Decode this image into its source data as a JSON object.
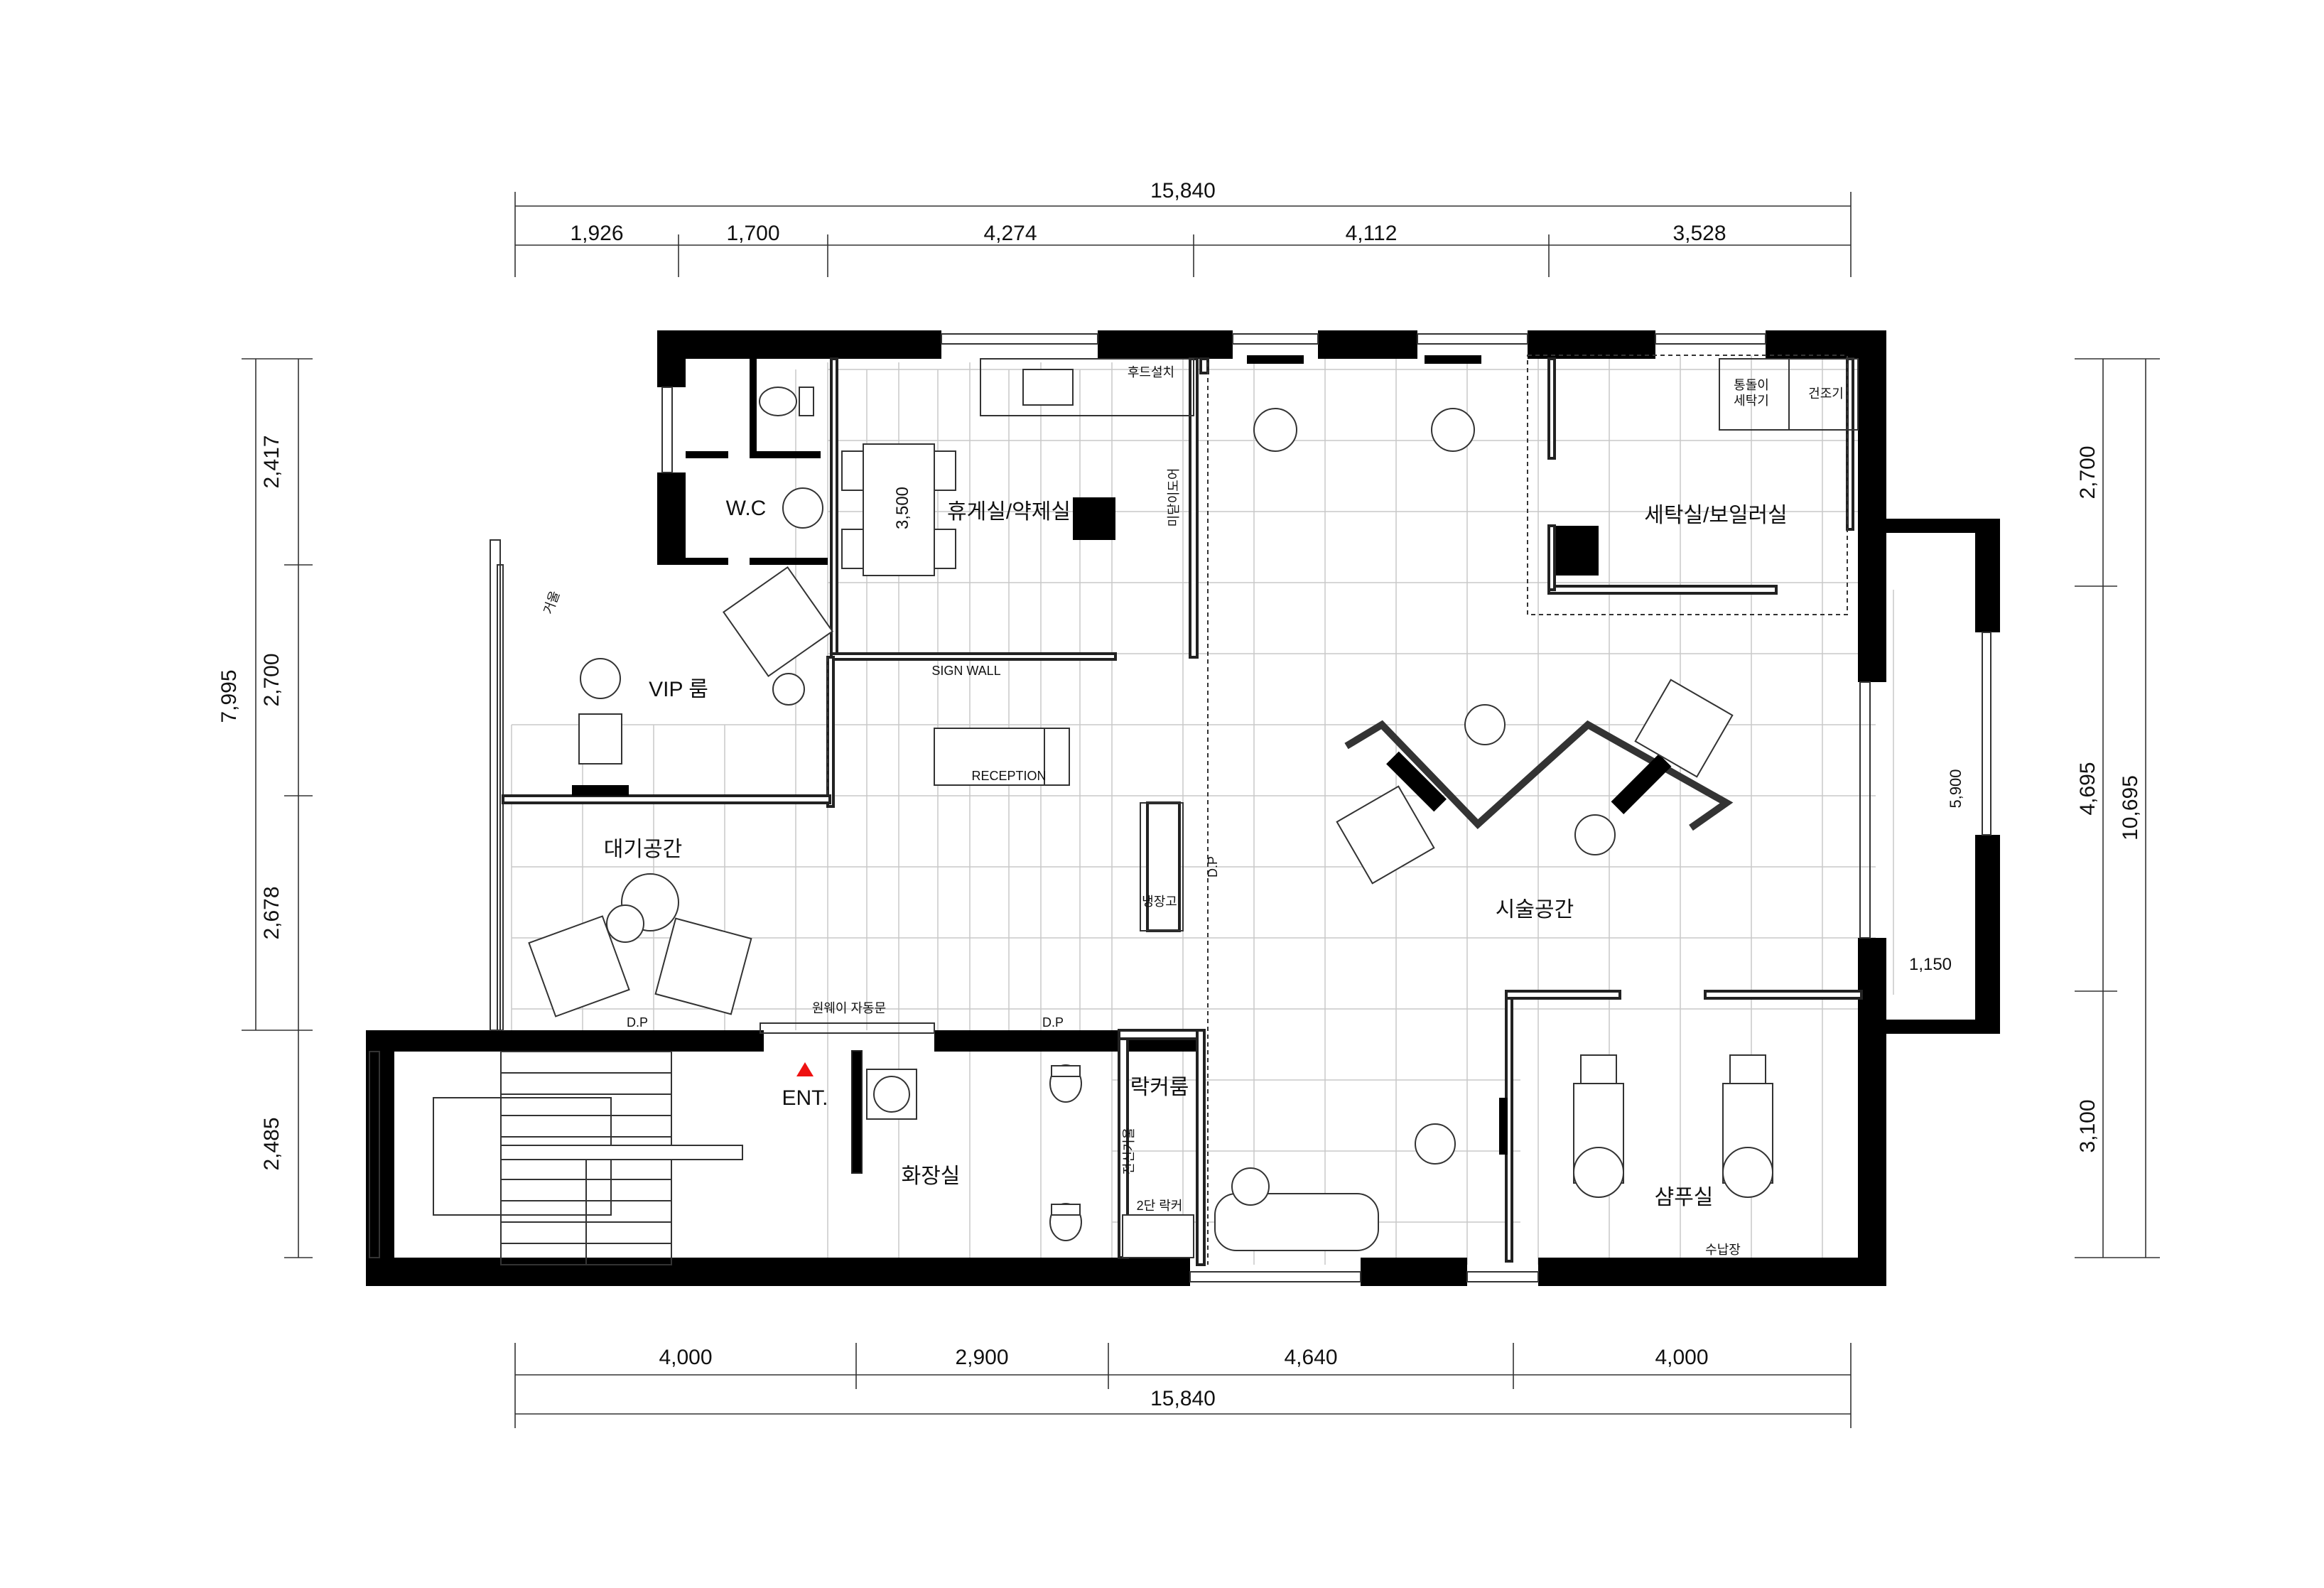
{
  "dimensions": {
    "top_total": "15,840",
    "top_segments": [
      "1,926",
      "1,700",
      "4,274",
      "4,112",
      "3,528"
    ],
    "bottom_total": "15,840",
    "bottom_segments": [
      "4,000",
      "2,900",
      "4,640",
      "4,000"
    ],
    "left_total": "7,995",
    "left_segments": [
      "2,417",
      "2,700",
      "2,678",
      "2,485"
    ],
    "right_total": "10,695",
    "right_segments": [
      "2,700",
      "4,695",
      "3,100"
    ],
    "inner_dims": [
      "3,500",
      "5,900",
      "1,150"
    ]
  },
  "rooms": {
    "wc": "W.C",
    "lounge": "휴게실/약제실",
    "laundry": "세탁실/보일러실",
    "vip": "VIP 룸",
    "waiting": "대기공간",
    "treatment": "시술공간",
    "powder": "화장실",
    "locker": "락커룸",
    "shampoo": "샴푸실"
  },
  "labels": {
    "hood": "후드설치",
    "drum_washer_1": "통돌이",
    "drum_washer_2": "세탁기",
    "dryer": "건조기",
    "mirror": "거울",
    "sign_wall": "SIGN WALL",
    "reception": "RECEPTION",
    "fridge": "냉장고",
    "dp_1": "D.P",
    "dp_2": "D.P",
    "dp_3": "D.P",
    "auto_door": "원웨이 자동문",
    "entrance": "ENT.",
    "full_mirror": "전신거울",
    "locker_2tier": "2단 락커",
    "storage": "수납장",
    "sliding_door": "미닫이도어"
  }
}
